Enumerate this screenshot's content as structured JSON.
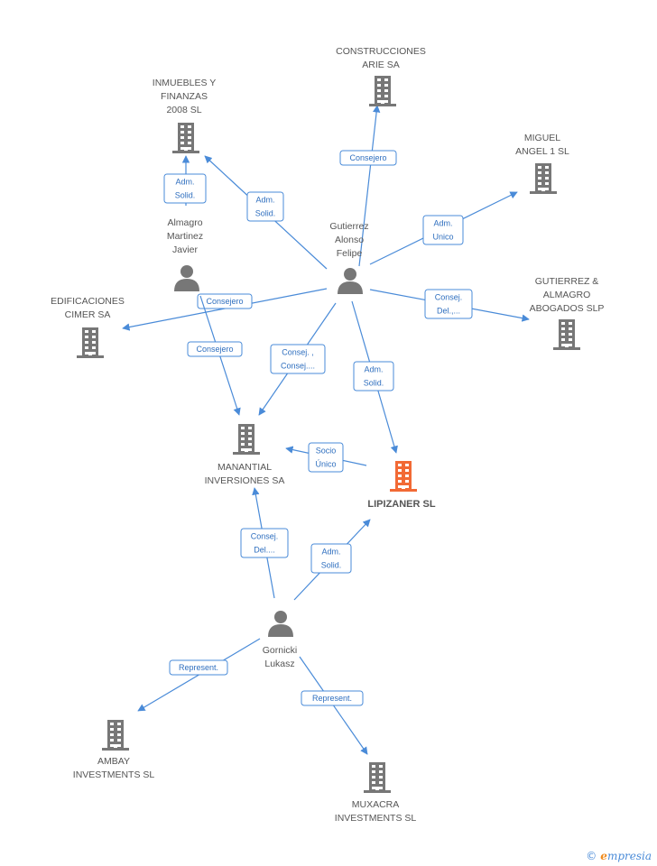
{
  "colors": {
    "building": "#777777",
    "building_main": "#f26a35",
    "person": "#777777",
    "edge": "#4a8bd8"
  },
  "nodes": [
    {
      "id": "construcciones",
      "type": "company",
      "lines": [
        "CONSTRUCCIONES",
        "ARIE SA"
      ]
    },
    {
      "id": "inmuebles",
      "type": "company",
      "lines": [
        "INMUEBLES Y",
        "FINANZAS",
        "2008 SL"
      ]
    },
    {
      "id": "miguel",
      "type": "company",
      "lines": [
        "MIGUEL",
        "ANGEL 1 SL"
      ]
    },
    {
      "id": "gutierrez_almagro",
      "type": "company",
      "lines": [
        "GUTIERREZ &",
        "ALMAGRO",
        "ABOGADOS SLP"
      ]
    },
    {
      "id": "edificaciones",
      "type": "company",
      "lines": [
        "EDIFICACIONES",
        "CIMER SA"
      ]
    },
    {
      "id": "manantial",
      "type": "company",
      "lines": [
        "MANANTIAL",
        "INVERSIONES SA"
      ]
    },
    {
      "id": "lipizaner",
      "type": "company",
      "main": true,
      "lines": [
        "LIPIZANER SL"
      ]
    },
    {
      "id": "ambay",
      "type": "company",
      "lines": [
        "AMBAY",
        "INVESTMENTS SL"
      ]
    },
    {
      "id": "muxacra",
      "type": "company",
      "lines": [
        "MUXACRA",
        "INVESTMENTS SL"
      ]
    },
    {
      "id": "gutierrez",
      "type": "person",
      "lines": [
        "Gutierrez",
        "Alonso",
        "Felipe"
      ]
    },
    {
      "id": "almagro",
      "type": "person",
      "lines": [
        "Almagro",
        "Martinez",
        "Javier"
      ]
    },
    {
      "id": "gornicki",
      "type": "person",
      "lines": [
        "Gornicki",
        "Lukasz"
      ]
    }
  ],
  "edges": [
    {
      "from": "almagro",
      "to": "inmuebles",
      "label": [
        "Adm.",
        "Solid."
      ]
    },
    {
      "from": "gutierrez",
      "to": "inmuebles",
      "label": [
        "Adm.",
        "Solid."
      ]
    },
    {
      "from": "gutierrez",
      "to": "construcciones",
      "label": [
        "Consejero"
      ]
    },
    {
      "from": "gutierrez",
      "to": "miguel",
      "label": [
        "Adm.",
        "Unico"
      ]
    },
    {
      "from": "gutierrez",
      "to": "gutierrez_almagro",
      "label": [
        "Consej.",
        "Del.,..."
      ]
    },
    {
      "from": "gutierrez",
      "to": "edificaciones",
      "label": [
        "Consejero"
      ]
    },
    {
      "from": "almagro",
      "to": "manantial",
      "label": [
        "Consejero"
      ]
    },
    {
      "from": "gutierrez",
      "to": "manantial",
      "label": [
        "Consej. ,",
        "Consej...."
      ]
    },
    {
      "from": "gutierrez",
      "to": "lipizaner",
      "label": [
        "Adm.",
        "Solid."
      ]
    },
    {
      "from": "lipizaner",
      "to": "manantial",
      "label": [
        "Socio",
        "Único"
      ]
    },
    {
      "from": "gornicki",
      "to": "manantial",
      "label": [
        "Consej.",
        "Del...."
      ]
    },
    {
      "from": "gornicki",
      "to": "lipizaner",
      "label": [
        "Adm.",
        "Solid."
      ]
    },
    {
      "from": "gornicki",
      "to": "ambay",
      "label": [
        "Represent."
      ]
    },
    {
      "from": "gornicki",
      "to": "muxacra",
      "label": [
        "Represent."
      ]
    }
  ],
  "footer": {
    "copyright": "©",
    "brand_initial": "e",
    "brand_rest": "mpresia"
  }
}
